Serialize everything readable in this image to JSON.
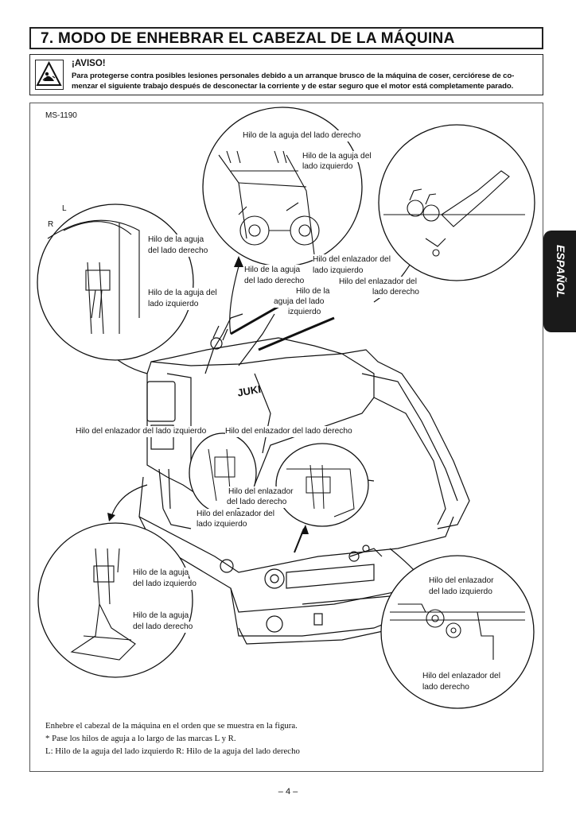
{
  "header": {
    "title": "7. MODO DE ENHEBRAR EL CABEZAL DE LA MÁQUINA"
  },
  "warning": {
    "title": "¡AVISO!",
    "text": "Para protegerse contra posibles lesiones personales debido a un arranque brusco de la máquina de coser, cerciórese de co-menzar el siguiente trabajo después de desconectar la corriente y de estar seguro que el motor está completamente parado.",
    "line1": "Para protegerse contra posibles lesiones personales debido a un arranque brusco de la máquina de coser, cerciórese de co-",
    "line2": "menzar el siguiente trabajo después de desconectar la corriente y de estar seguro que el motor está completamente parado."
  },
  "side_tab": {
    "label": "ESPAÑOL"
  },
  "figure": {
    "model": "MS-1190",
    "brand": "JUKI",
    "marks": {
      "L": "L",
      "R": "R"
    },
    "labels": {
      "top_right_needle": "Hilo de la aguja del lado derecho",
      "top_left_needle_1": "Hilo de la aguja del",
      "top_left_needle_2": "lado izquierdo",
      "left_right_needle_1": "Hilo de la aguja",
      "left_right_needle_2": "del lado derecho",
      "left_left_needle_1": "Hilo de la aguja del",
      "left_left_needle_2": "lado izquierdo",
      "mid_right_needle_1": "Hilo de la aguja",
      "mid_right_needle_2": "del lado derecho",
      "mid_left_looper_1": "Hilo del enlazador del",
      "mid_left_looper_2": "lado izquierdo",
      "mid_left_needle_1": "Hilo de la",
      "mid_left_needle_2": "aguja del lado",
      "mid_left_needle_3": "izquierdo",
      "mid_right_looper_1": "Hilo del enlazador del",
      "mid_right_looper_2": "lado derecho",
      "row_left_looper": "Hilo del enlazador del lado izquierdo",
      "row_right_looper": "Hilo del enlazador del lado derecho",
      "center_right_looper_1": "Hilo del",
      "center_right_looper_2": "enlazador",
      "center_right_looper_3": "del lado derecho",
      "center_left_looper_1": "Hilo del enlazador del",
      "center_left_looper_2": "lado izquierdo",
      "bl_left_needle_1": "Hilo de la aguja",
      "bl_left_needle_2": "del lado izquierdo",
      "bl_right_needle_1": "Hilo de la aguja",
      "bl_right_needle_2": "del lado derecho",
      "br_left_looper_1": "Hilo del enlazador",
      "br_left_looper_2": "del lado izquierdo",
      "br_right_looper_1": "Hilo del enlazador del",
      "br_right_looper_2": "lado derecho"
    }
  },
  "notes": {
    "line1": "Enhebre el cabezal de la máquina en el orden que se muestra en la figura.",
    "line2": "* Pase los hilos de aguja a lo largo de las marcas L y R.",
    "line3": "L:  Hilo de la aguja del lado izquierdo  R:  Hilo de la aguja del lado derecho"
  },
  "footer": {
    "page": "– 4 –"
  }
}
